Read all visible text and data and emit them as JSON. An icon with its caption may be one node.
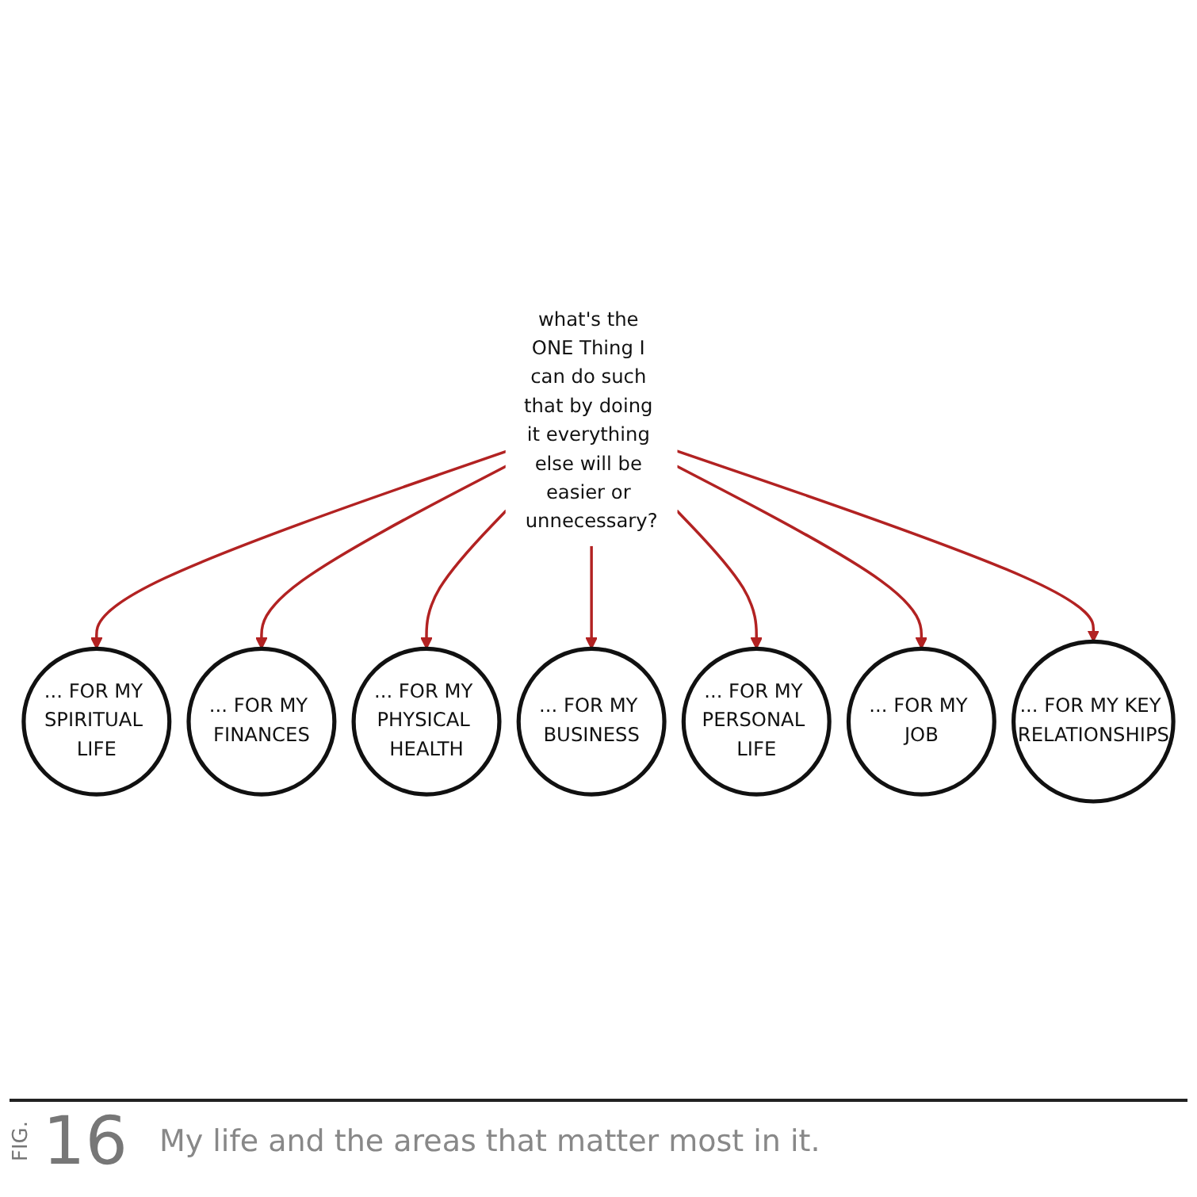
{
  "diagram": {
    "caption": "My life and the areas that matter most in it.",
    "nodes": [
      {
        "text": [
          "what's the ONE Thing I can do such that by doing it everything else will be easier or unnecessary?"
        ]
      },
      {
        "text": [
          "... FOR MY SPIRITUAL LIFE"
        ]
      },
      {
        "text": [
          "... FOR MY FINANCES"
        ]
      },
      {
        "text": [
          "... FOR MY PHYSICAL HEALTH"
        ]
      },
      {
        "text": [
          "... FOR MY BUSINESS"
        ]
      },
      {
        "text": [
          "... FOR MY PERSONAL LIFE"
        ]
      },
      {
        "text": [
          "... FOR MY JOB"
        ]
      },
      {
        "text": [
          "... FOR MY KEY RELATIONSHIPS"
        ]
      }
    ],
    "edges": [
      {
        "from": 0,
        "to": 1,
        "arrow": "to"
      },
      {
        "from": 0,
        "to": 2,
        "arrow": "to"
      },
      {
        "from": 0,
        "to": 3,
        "arrow": "to"
      },
      {
        "from": 0,
        "to": 4,
        "arrow": "to"
      },
      {
        "from": 0,
        "to": 5,
        "arrow": "to"
      },
      {
        "from": 0,
        "to": 6,
        "arrow": "to"
      },
      {
        "from": 0,
        "to": 7,
        "arrow": "to"
      }
    ],
    "labels": [
      "FIG.",
      "16"
    ]
  }
}
